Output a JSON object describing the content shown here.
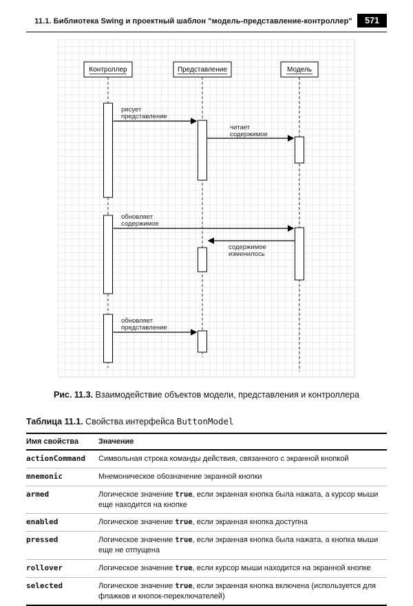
{
  "page": {
    "header": "11.1. Библиотека Swing и проектный шаблон \"модель-представление-контроллер\"",
    "page_number": "571"
  },
  "colors": {
    "badge_bg": "#000000",
    "badge_text": "#ffffff",
    "grid_line": "#d8d8d8"
  },
  "diagram": {
    "actors": [
      {
        "label": "Контроллер"
      },
      {
        "label": "Представление"
      },
      {
        "label": "Модель"
      }
    ],
    "messages": [
      {
        "line1": "рисует",
        "line2": "представление"
      },
      {
        "line1": "читает",
        "line2": "содержимое"
      },
      {
        "line1": "обновляет",
        "line2": "содержимое"
      },
      {
        "line1": "содержимое",
        "line2": "изменилось"
      },
      {
        "line1": "обновляет",
        "line2": "представление"
      }
    ],
    "caption_label": "Рис. 11.3.",
    "caption_text": " Взаимодействие объектов модели, представления и контроллера"
  },
  "table": {
    "title_label": "Таблица 11.1.",
    "title_text": " Свойства интерфейса ",
    "title_code": "ButtonModel",
    "headers": [
      "Имя свойства",
      "Значение"
    ],
    "rows": [
      {
        "name": "actionCommand",
        "desc": [
          {
            "t": "Символьная строка команды действия, связанного с экранной кнопкой"
          }
        ]
      },
      {
        "name": "mnemonic",
        "desc": [
          {
            "t": "Мнемоническое обозначение экранной кнопки"
          }
        ]
      },
      {
        "name": "armed",
        "desc": [
          {
            "t": "Логическое значение "
          },
          {
            "c": "true"
          },
          {
            "t": ", если экранная кнопка была нажата, а курсор мыши еще находится на кнопке"
          }
        ]
      },
      {
        "name": "enabled",
        "desc": [
          {
            "t": "Логическое значение "
          },
          {
            "c": "true"
          },
          {
            "t": ", если экранная кнопка доступна"
          }
        ]
      },
      {
        "name": "pressed",
        "desc": [
          {
            "t": "Логическое значение "
          },
          {
            "c": "true"
          },
          {
            "t": ", если экранная кнопка была нажата, а кнопка мыши еще не отпущена"
          }
        ]
      },
      {
        "name": "rollover",
        "desc": [
          {
            "t": "Логическое значение "
          },
          {
            "c": "true"
          },
          {
            "t": ", если курсор мыши находится на экранной кнопке"
          }
        ]
      },
      {
        "name": "selected",
        "desc": [
          {
            "t": "Логическое значение "
          },
          {
            "c": "true"
          },
          {
            "t": ", если экранная кнопка включена (используется для флажков и кнопок-переключателей)"
          }
        ]
      }
    ]
  }
}
